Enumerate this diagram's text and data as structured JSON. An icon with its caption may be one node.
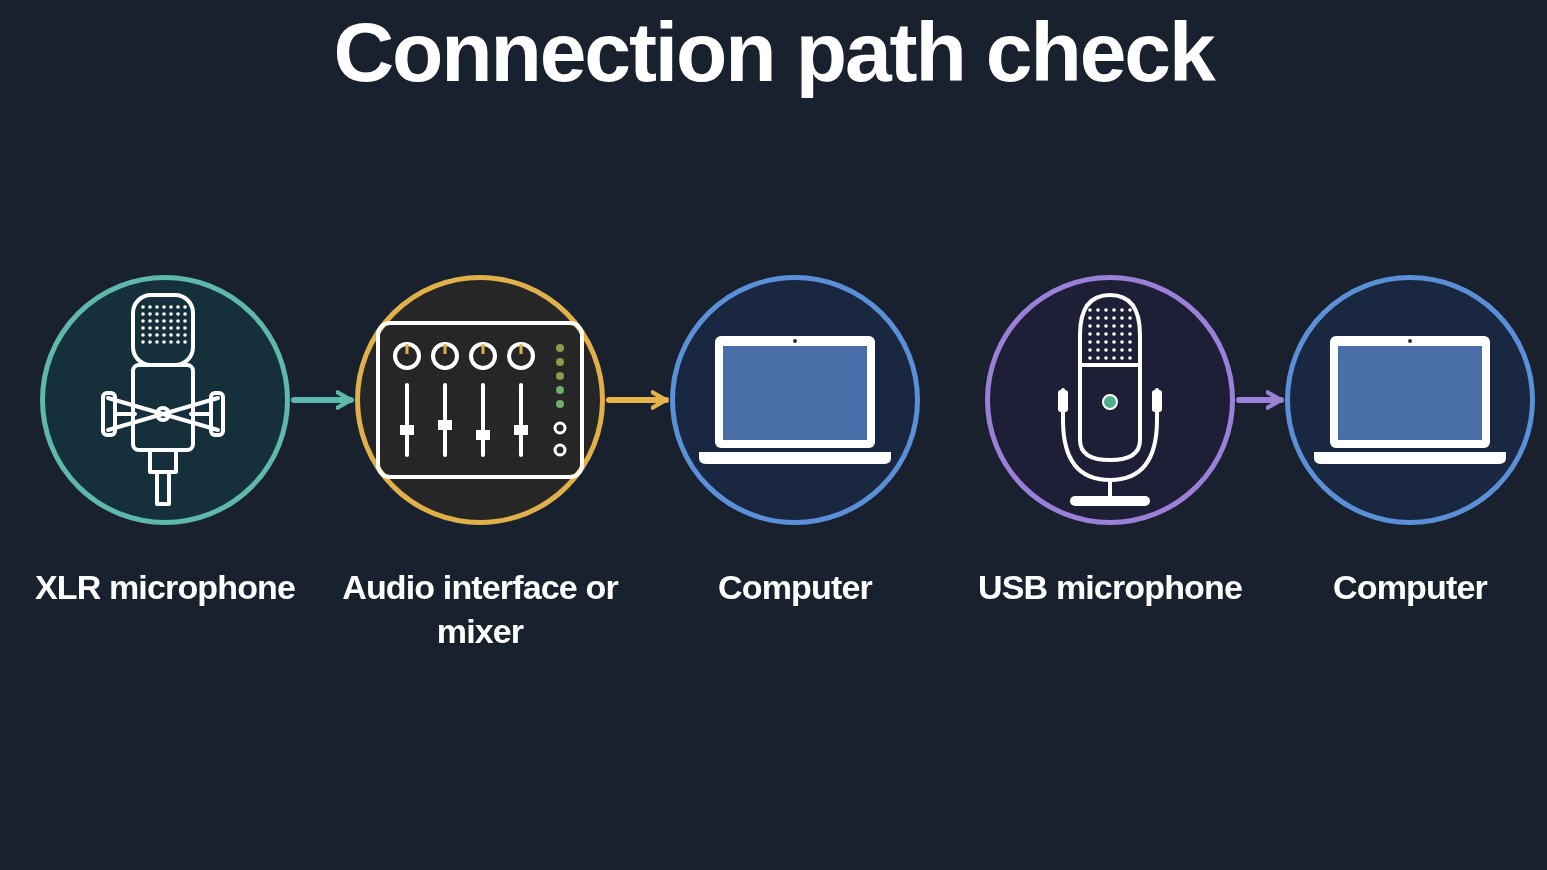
{
  "diagram": {
    "title": "Connection path check",
    "nodes": [
      {
        "text": [
          "XLR microphone"
        ]
      },
      {
        "text": [
          "Audio interface or mixer"
        ]
      },
      {
        "text": [
          "Computer"
        ]
      },
      {
        "text": [
          "USB microphone"
        ]
      },
      {
        "text": [
          "Computer"
        ]
      }
    ],
    "edges": [
      {
        "from": 0,
        "to": 1,
        "arrow": "to",
        "color": "#5fb8ae"
      },
      {
        "from": 1,
        "to": 2,
        "arrow": "to",
        "color": "#e6b24a"
      },
      {
        "from": 3,
        "to": 4,
        "arrow": "to",
        "color": "#9a80d8"
      }
    ]
  }
}
